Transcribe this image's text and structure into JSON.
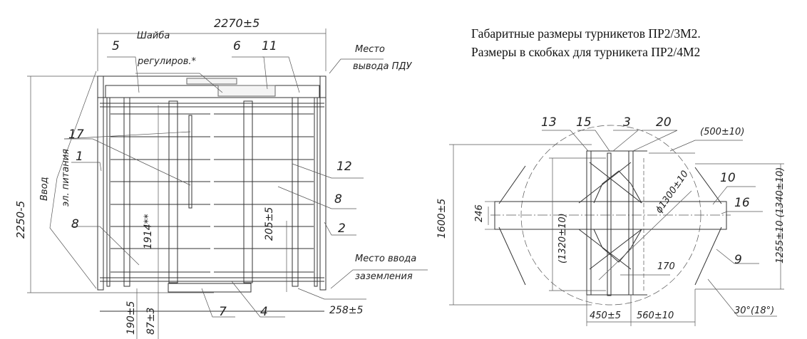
{
  "caption": {
    "line1": "Габаритные размеры турникетов ПР2/3М2.",
    "line2": "Размеры в скобках для турникета ПР2/4М2"
  },
  "front_view": {
    "labels": [
      "2270±5",
      "Шайба",
      "регулиров.*",
      "5",
      "6",
      "11",
      "Место",
      "вывода ПДУ",
      "17",
      "12",
      "8",
      "1",
      "8",
      "2",
      "Ввод",
      "эл. питания",
      "2250-5",
      "1914**",
      "205±5",
      "Место ввода",
      "заземления",
      "7",
      "4",
      "258±5",
      "190±5",
      "87±3"
    ]
  },
  "top_view": {
    "labels": [
      "13",
      "15",
      "3",
      "20",
      "(500±10)",
      "10",
      "16",
      "9",
      "1600±5",
      "246",
      "(1320±10)",
      "ϕ1300±10",
      "170",
      "1255±10 (1340±10)",
      "30°(18°)",
      "450±5",
      "560±10"
    ]
  }
}
